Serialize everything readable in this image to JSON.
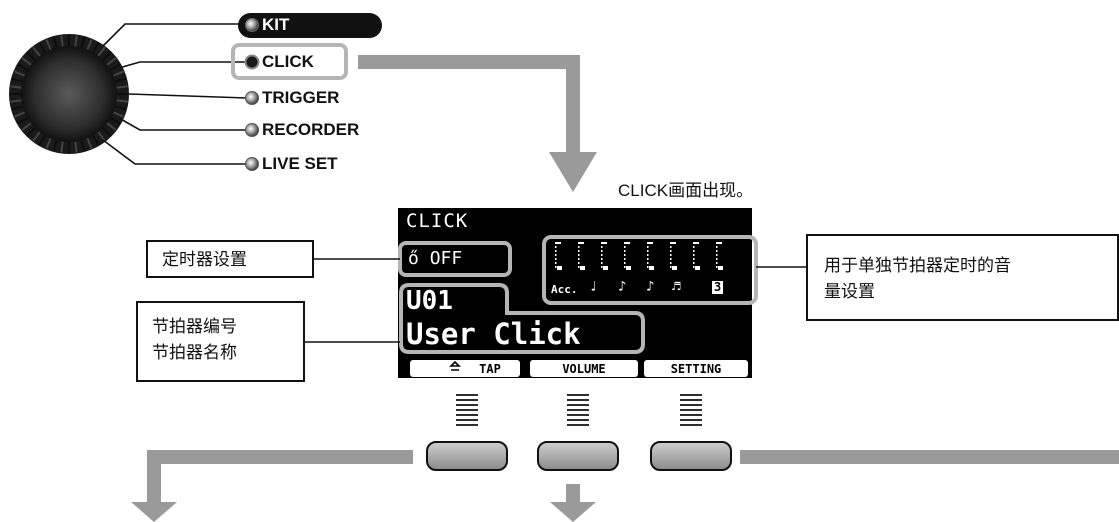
{
  "modes": [
    {
      "label": "KIT",
      "active": true
    },
    {
      "label": "CLICK",
      "active": false
    },
    {
      "label": "TRIGGER",
      "active": false
    },
    {
      "label": "RECORDER",
      "active": false
    },
    {
      "label": "LIVE SET",
      "active": false
    }
  ],
  "annotation_screen_appears": "CLICK画面出现。",
  "lcd": {
    "title": "CLICK",
    "timer": "OFF",
    "kit_number": "U01",
    "kit_name": "User Click",
    "meter_labels": [
      "Acc.",
      "♩",
      "♪",
      "♪",
      "♬",
      "3"
    ],
    "softkeys": [
      "TAP",
      "VOLUME",
      "SETTING"
    ]
  },
  "callouts": {
    "timer": "定时器设置",
    "metronome": [
      "节拍器编号",
      "节拍器名称"
    ],
    "volume": [
      "用于单独节拍器定时的音",
      "量设置"
    ]
  },
  "colors": {
    "arrow": "#9a9a9a",
    "highlight_frame": "#b5b5b5",
    "lcd_background": "#000000",
    "active_mode": "#111111"
  }
}
